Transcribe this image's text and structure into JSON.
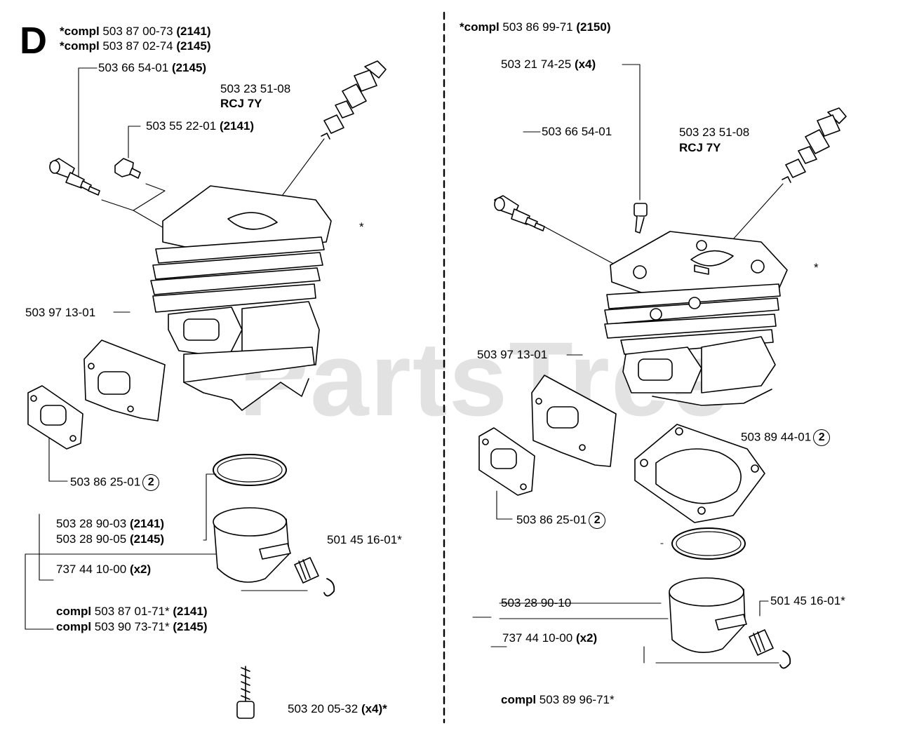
{
  "section_letter": "D",
  "watermark": "PartsTree",
  "left": {
    "header_1": {
      "prefix": "*compl",
      "num": "503 87 00-73",
      "tag": "(2141)"
    },
    "header_2": {
      "prefix": "*compl",
      "num": "503 87 02-74",
      "tag": "(2145)"
    },
    "decomp_valve": {
      "num": "503 66 54-01",
      "tag": "(2145)"
    },
    "plug_nut": {
      "num": "503 55 22-01",
      "tag": "(2141)"
    },
    "spark_plug": {
      "num": "503 23 51-08",
      "type": "RCJ 7Y"
    },
    "asterisk": "*",
    "cylinder": "503 97 13-01",
    "gasket": {
      "num": "503 86 25-01",
      "qty": "2"
    },
    "piston_1": {
      "num": "503 28 90-03",
      "tag": "(2141)"
    },
    "piston_2": {
      "num": "503 28 90-05",
      "tag": "(2145)"
    },
    "circlip": {
      "num": "737 44 10-00",
      "qty": "(x2)"
    },
    "bearing": "501 45 16-01*",
    "kit_1": {
      "prefix": "compl",
      "num": "503 87 01-71*",
      "tag": "(2141)"
    },
    "kit_2": {
      "prefix": "compl",
      "num": "503 90 73-71*",
      "tag": "(2145)"
    },
    "screw": {
      "num": "503 20 05-32",
      "qty": "(x4)*"
    }
  },
  "right": {
    "header": {
      "prefix": "*compl",
      "num": "503 86 99-71",
      "tag": "(2150)"
    },
    "bolt": {
      "num": "503 21 74-25",
      "qty": "(x4)"
    },
    "decomp_valve": "503 66 54-01",
    "spark_plug": {
      "num": "503 23 51-08",
      "type": "RCJ 7Y"
    },
    "asterisk": "*",
    "cylinder": "503 97 13-01",
    "base_gasket": {
      "num": "503 89 44-01",
      "qty": "2"
    },
    "gasket": {
      "num": "503 86 25-01",
      "qty": "2"
    },
    "piston": "503 28 90-10",
    "bearing": "501 45 16-01*",
    "circlip": {
      "num": "737 44 10-00",
      "qty": "(x2)"
    },
    "kit": {
      "prefix": "compl",
      "num": "503 89 96-71*"
    }
  }
}
